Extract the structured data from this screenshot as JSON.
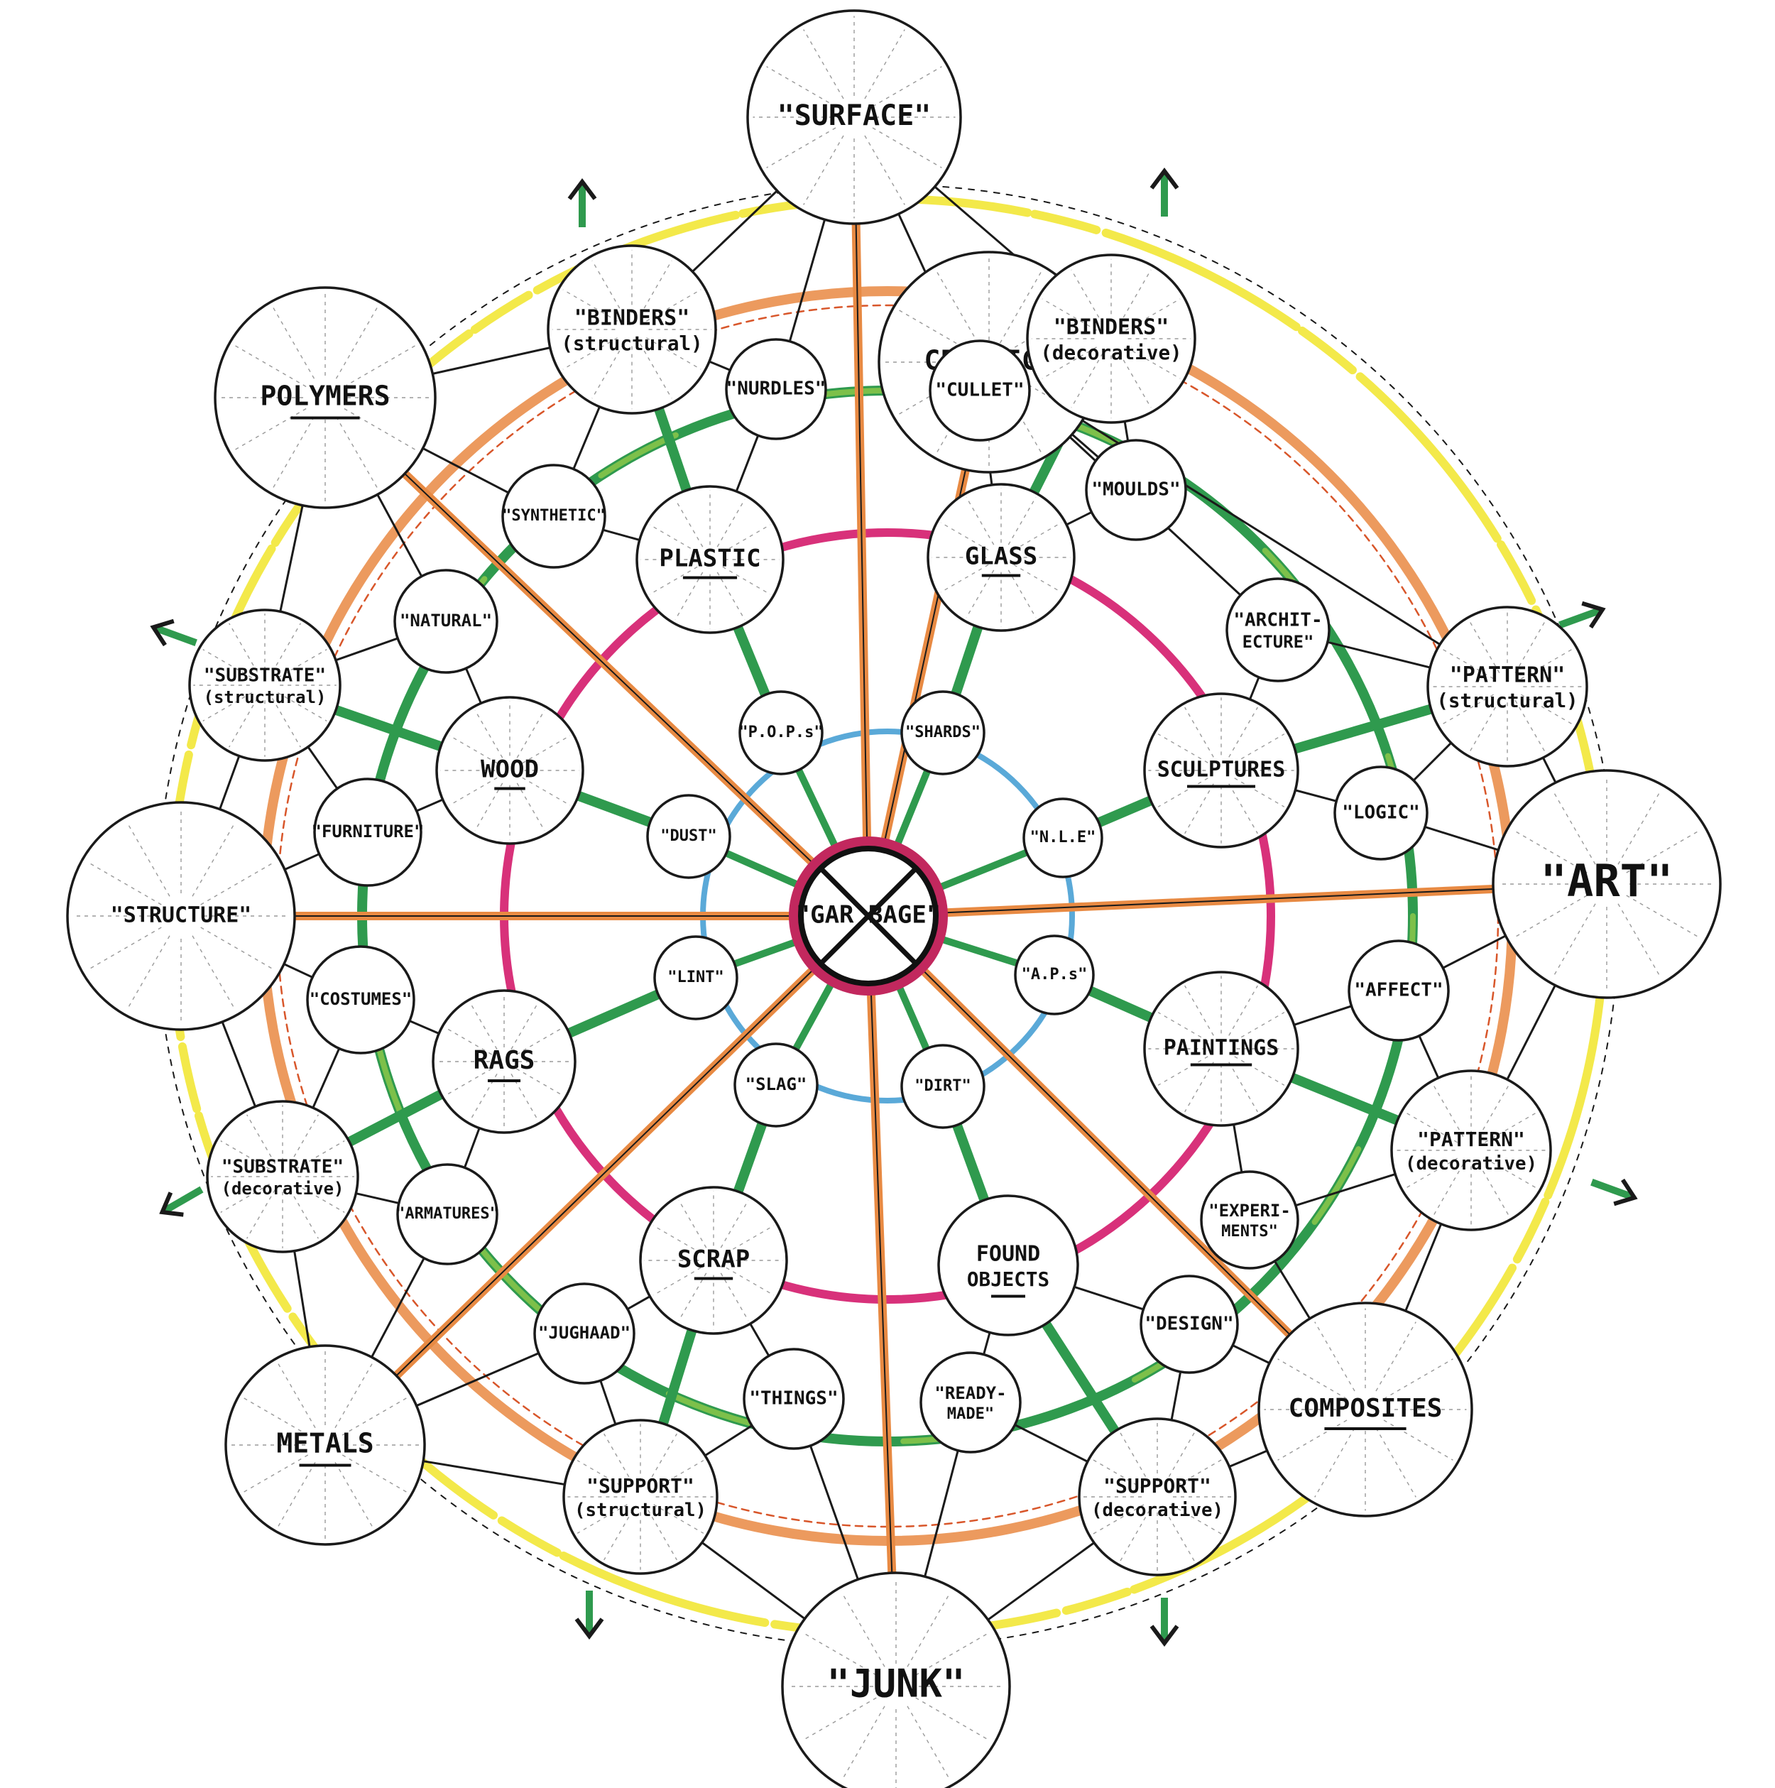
{
  "colors": {
    "yellow": "#f3e94a",
    "orange": "#e88a43",
    "orange_ring": "#ec9a5e",
    "magenta": "#d8317a",
    "green": "#2f9a4e",
    "light_green": "#7dc04a",
    "blue": "#5aa9d8",
    "ink": "#1a1a1a"
  },
  "center": {
    "label": "\"GAR BAGE\"",
    "icon": "x-cross-icon"
  },
  "outer_nodes": [
    {
      "id": "surface",
      "label": "\"SURFACE\""
    },
    {
      "id": "ceramics",
      "label": "CERAMICS",
      "underline": true
    },
    {
      "id": "art",
      "label": "\"ART\""
    },
    {
      "id": "composites",
      "label": "COMPOSITES",
      "underline": true
    },
    {
      "id": "junk",
      "label": "\"JUNK\""
    },
    {
      "id": "metals",
      "label": "METALS",
      "underline": true
    },
    {
      "id": "structure",
      "label": "\"STRUCTURE\""
    },
    {
      "id": "polymers",
      "label": "POLYMERS",
      "underline": true
    }
  ],
  "mid_nodes": [
    {
      "id": "binders-structural",
      "label": "\"BINDERS\"",
      "sub": "(structural)"
    },
    {
      "id": "binders-decorative",
      "label": "\"BINDERS\"",
      "sub": "(decorative)"
    },
    {
      "id": "pattern-structural",
      "label": "\"PATTERN\"",
      "sub": "(structural)"
    },
    {
      "id": "pattern-decorative",
      "label": "\"PATTERN\"",
      "sub": "(decorative)"
    },
    {
      "id": "support-decorative",
      "label": "\"SUPPORT\"",
      "sub": "(decorative)"
    },
    {
      "id": "support-structural",
      "label": "\"SUPPORT\"",
      "sub": "(structural)"
    },
    {
      "id": "substrate-decorative",
      "label": "\"SUBSTRATE\"",
      "sub": "(decorative)"
    },
    {
      "id": "substrate-structural",
      "label": "\"SUBSTRATE\"",
      "sub": "(structural)"
    }
  ],
  "small_nodes": [
    {
      "id": "nurdles",
      "label": "\"NURDLES\""
    },
    {
      "id": "cullet",
      "label": "\"CULLET\""
    },
    {
      "id": "moulds",
      "label": "\"MOULDS\""
    },
    {
      "id": "architecture",
      "label": "\"ARCHIT-",
      "sub": "ECTURE\""
    },
    {
      "id": "logic",
      "label": "\"LOGIC\""
    },
    {
      "id": "affect",
      "label": "\"AFFECT\""
    },
    {
      "id": "experiments",
      "label": "\"EXPERI-",
      "sub": "MENTS\""
    },
    {
      "id": "design",
      "label": "\"DESIGN\""
    },
    {
      "id": "readymade",
      "label": "\"READY-",
      "sub": "MADE\""
    },
    {
      "id": "things",
      "label": "\"THINGS\""
    },
    {
      "id": "jughaad",
      "label": "\"JUGHAAD\""
    },
    {
      "id": "armatures",
      "label": "\"ARMATURES\""
    },
    {
      "id": "costumes",
      "label": "\"COSTUMES\""
    },
    {
      "id": "furniture",
      "label": "\"FURNITURE\""
    },
    {
      "id": "natural",
      "label": "\"NATURAL\""
    },
    {
      "id": "synthetic",
      "label": "\"SYNTHETIC\""
    }
  ],
  "material_nodes": [
    {
      "id": "plastic",
      "label": "PLASTIC",
      "underline": true
    },
    {
      "id": "glass",
      "label": "GLASS",
      "underline": true
    },
    {
      "id": "sculptures",
      "label": "SCULPTURES",
      "underline": true
    },
    {
      "id": "paintings",
      "label": "PAINTINGS",
      "underline": true
    },
    {
      "id": "found-objects",
      "label": "FOUND",
      "sub": "OBJECTS",
      "underline": true
    },
    {
      "id": "scrap",
      "label": "SCRAP",
      "underline": true
    },
    {
      "id": "rags",
      "label": "RAGS",
      "underline": true
    },
    {
      "id": "wood",
      "label": "WOOD",
      "underline": true
    }
  ],
  "inner_nodes": [
    {
      "id": "pops",
      "label": "\"P.O.P.s\""
    },
    {
      "id": "shards",
      "label": "\"SHARDS\""
    },
    {
      "id": "nle",
      "label": "\"N.L.E\""
    },
    {
      "id": "aps",
      "label": "\"A.P.s\""
    },
    {
      "id": "dirt",
      "label": "\"DIRT\""
    },
    {
      "id": "slag",
      "label": "\"SLAG\""
    },
    {
      "id": "lint",
      "label": "\"LINT\""
    },
    {
      "id": "dust",
      "label": "\"DUST\""
    }
  ]
}
